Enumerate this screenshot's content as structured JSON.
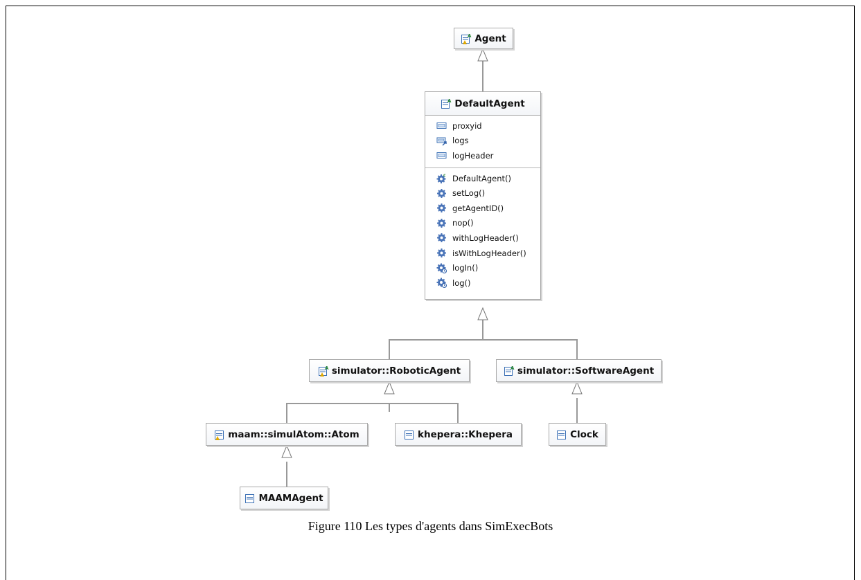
{
  "diagram": {
    "classes": {
      "agent": {
        "name": "Agent",
        "icon": "abstract-class-warning-icon"
      },
      "default_agent": {
        "name": "DefaultAgent",
        "icon": "abstract-class-icon",
        "fields": [
          {
            "name": "proxyid",
            "icon": "field-icon"
          },
          {
            "name": "logs",
            "icon": "field-reference-icon"
          },
          {
            "name": "logHeader",
            "icon": "field-icon"
          }
        ],
        "methods": [
          {
            "name": "DefaultAgent()",
            "icon": "constructor-icon"
          },
          {
            "name": "setLog()",
            "icon": "method-gear-icon"
          },
          {
            "name": "getAgentID()",
            "icon": "method-gear-icon"
          },
          {
            "name": "nop()",
            "icon": "method-gear-icon"
          },
          {
            "name": "withLogHeader()",
            "icon": "method-gear-icon"
          },
          {
            "name": "isWithLogHeader()",
            "icon": "method-gear-icon"
          },
          {
            "name": "logIn()",
            "icon": "method-static-gear-icon"
          },
          {
            "name": "log()",
            "icon": "method-static-gear-icon"
          }
        ]
      },
      "robotic_agent": {
        "name": "simulator::RoboticAgent",
        "icon": "abstract-class-warning-icon"
      },
      "software_agent": {
        "name": "simulator::SoftwareAgent",
        "icon": "abstract-class-icon"
      },
      "atom": {
        "name": "maam::simulAtom::Atom",
        "icon": "class-warning-icon"
      },
      "khepera": {
        "name": "khepera::Khepera",
        "icon": "class-icon"
      },
      "clock": {
        "name": "Clock",
        "icon": "class-icon"
      },
      "maam_agent": {
        "name": "MAAMAgent",
        "icon": "class-icon"
      }
    },
    "generalizations": [
      {
        "child": "DefaultAgent",
        "parent": "Agent"
      },
      {
        "child": "simulator::RoboticAgent",
        "parent": "DefaultAgent"
      },
      {
        "child": "simulator::SoftwareAgent",
        "parent": "DefaultAgent"
      },
      {
        "child": "maam::simulAtom::Atom",
        "parent": "simulator::RoboticAgent"
      },
      {
        "child": "khepera::Khepera",
        "parent": "simulator::RoboticAgent"
      },
      {
        "child": "Clock",
        "parent": "simulator::SoftwareAgent"
      },
      {
        "child": "MAAMAgent",
        "parent": "maam::simulAtom::Atom"
      }
    ],
    "colors": {
      "class_border": "#a8a8a8",
      "class_icon_blue": "#3a6fb5",
      "abstract_marker_green": "#2e8b3a",
      "warning_yellow": "#e0a800",
      "method_gear_blue": "#4a74b8"
    }
  },
  "caption": "Figure 110 Les types d'agents dans SimExecBots"
}
